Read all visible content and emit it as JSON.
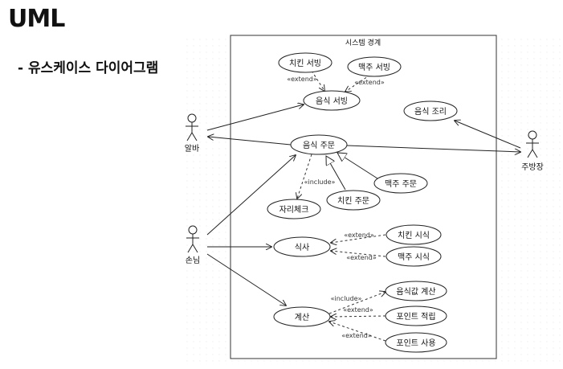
{
  "heading": {
    "title": "UML",
    "subtitle": "- 유스케이스 다이어그램"
  },
  "diagram": {
    "boundary_label": "시스템 경계",
    "actors": {
      "alba": "알바",
      "guest": "손님",
      "kitchen": "주방장"
    },
    "usecases": {
      "chicken_serve": "치킨 서빙",
      "beer_serve": "맥주 서빙",
      "food_serve": "음식 서빙",
      "cook": "음식 조리",
      "order": "음식 주문",
      "seat_check": "자리체크",
      "chicken_order": "치킨 주문",
      "beer_order": "맥주 주문",
      "meal": "식사",
      "chicken_eat": "치킨 시식",
      "beer_eat": "맥주 시식",
      "pay": "계산",
      "price_calc": "음식값 계산",
      "point_save": "포인트 적립",
      "point_use": "포인트 사용"
    },
    "stereotypes": {
      "extend": "«extend»",
      "include": "«include»"
    }
  }
}
